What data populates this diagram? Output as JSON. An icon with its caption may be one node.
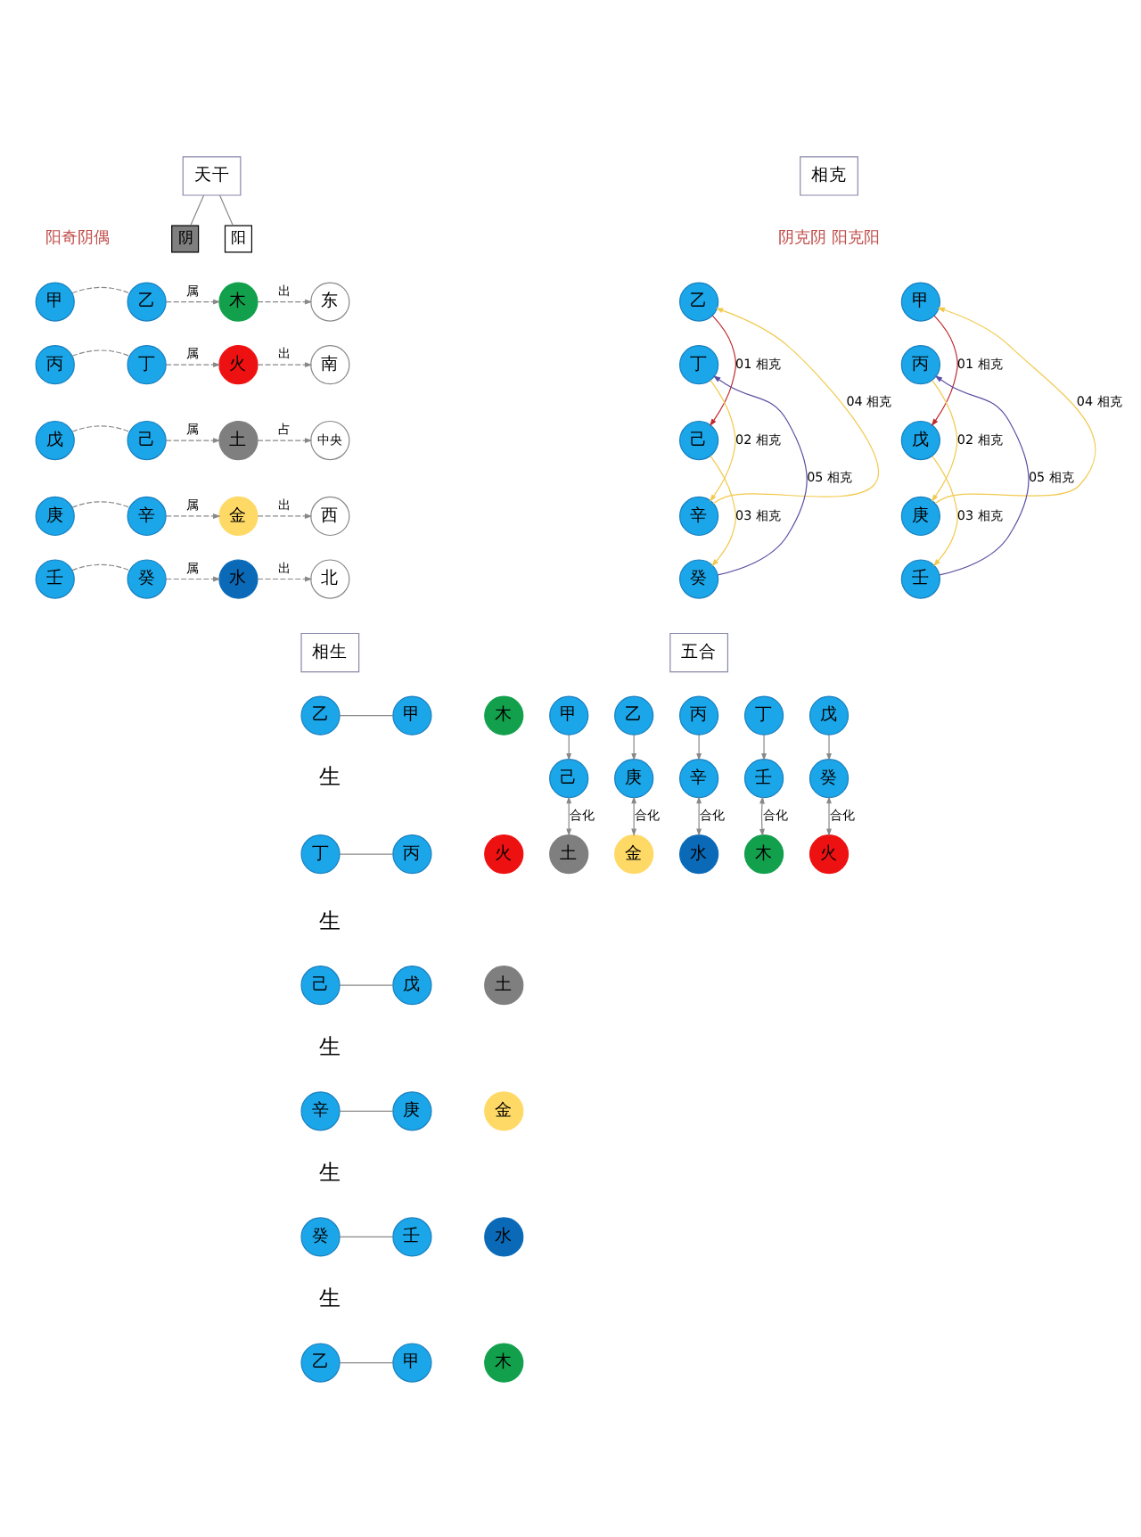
{
  "diagram": {
    "nodes": [
      {
        "text": [
          "天干"
        ]
      },
      {
        "text": [
          "阴"
        ]
      },
      {
        "text": [
          "阳"
        ]
      },
      {
        "text": [
          "东"
        ]
      },
      {
        "text": [
          "木"
        ]
      },
      {
        "text": [
          "乙"
        ]
      },
      {
        "text": [
          "甲"
        ]
      },
      {
        "text": [
          "南"
        ]
      },
      {
        "text": [
          "火"
        ]
      },
      {
        "text": [
          "丁"
        ]
      },
      {
        "text": [
          "丙"
        ]
      },
      {
        "text": [
          "中央"
        ]
      },
      {
        "text": [
          "土"
        ]
      },
      {
        "text": [
          "己"
        ]
      },
      {
        "text": [
          "戊"
        ]
      },
      {
        "text": [
          "西"
        ]
      },
      {
        "text": [
          "金"
        ]
      },
      {
        "text": [
          "辛"
        ]
      },
      {
        "text": [
          "庚"
        ]
      },
      {
        "text": [
          "北"
        ]
      },
      {
        "text": [
          "水"
        ]
      },
      {
        "text": [
          "癸"
        ]
      },
      {
        "text": [
          "壬"
        ]
      },
      {
        "text": [
          "相克"
        ]
      },
      {
        "text": [
          "乙"
        ]
      },
      {
        "text": [
          "丁"
        ]
      },
      {
        "text": [
          "己"
        ]
      },
      {
        "text": [
          "辛"
        ]
      },
      {
        "text": [
          "癸"
        ]
      },
      {
        "text": [
          "甲"
        ]
      },
      {
        "text": [
          "丙"
        ]
      },
      {
        "text": [
          "戊"
        ]
      },
      {
        "text": [
          "庚"
        ]
      },
      {
        "text": [
          "壬"
        ]
      },
      {
        "text": [
          "相生"
        ]
      },
      {
        "text": [
          "乙"
        ]
      },
      {
        "text": [
          "甲"
        ]
      },
      {
        "text": [
          "木"
        ]
      },
      {
        "text": [
          "丁"
        ]
      },
      {
        "text": [
          "丙"
        ]
      },
      {
        "text": [
          "火"
        ]
      },
      {
        "text": [
          "己"
        ]
      },
      {
        "text": [
          "戊"
        ]
      },
      {
        "text": [
          "土"
        ]
      },
      {
        "text": [
          "辛"
        ]
      },
      {
        "text": [
          "庚"
        ]
      },
      {
        "text": [
          "金"
        ]
      },
      {
        "text": [
          "癸"
        ]
      },
      {
        "text": [
          "壬"
        ]
      },
      {
        "text": [
          "水"
        ]
      },
      {
        "text": [
          "乙"
        ]
      },
      {
        "text": [
          "甲"
        ]
      },
      {
        "text": [
          "木"
        ]
      },
      {
        "text": [
          "五合"
        ]
      },
      {
        "text": [
          "甲"
        ]
      },
      {
        "text": [
          "乙"
        ]
      },
      {
        "text": [
          "丙"
        ]
      },
      {
        "text": [
          "丁"
        ]
      },
      {
        "text": [
          "戊"
        ]
      },
      {
        "text": [
          "己"
        ]
      },
      {
        "text": [
          "庚"
        ]
      },
      {
        "text": [
          "辛"
        ]
      },
      {
        "text": [
          "壬"
        ]
      },
      {
        "text": [
          "癸"
        ]
      },
      {
        "text": [
          "土"
        ]
      },
      {
        "text": [
          "金"
        ]
      },
      {
        "text": [
          "水"
        ]
      },
      {
        "text": [
          "木"
        ]
      },
      {
        "text": [
          "火"
        ]
      }
    ],
    "edges": [
      {
        "from": 0,
        "to": 1,
        "arrow": "none"
      },
      {
        "from": 0,
        "to": 2,
        "arrow": "none"
      },
      {
        "from": 6,
        "to": 5,
        "arrow": "none",
        "style": "dashed"
      },
      {
        "from": 5,
        "to": 4,
        "arrow": "to",
        "style": "dashed",
        "label": "属"
      },
      {
        "from": 4,
        "to": 3,
        "arrow": "to",
        "style": "dashed",
        "label": "出"
      },
      {
        "from": 10,
        "to": 9,
        "arrow": "none",
        "style": "dashed"
      },
      {
        "from": 9,
        "to": 8,
        "arrow": "to",
        "style": "dashed",
        "label": "属"
      },
      {
        "from": 8,
        "to": 7,
        "arrow": "to",
        "style": "dashed",
        "label": "出"
      },
      {
        "from": 14,
        "to": 13,
        "arrow": "none",
        "style": "dashed"
      },
      {
        "from": 13,
        "to": 12,
        "arrow": "to",
        "style": "dashed",
        "label": "属"
      },
      {
        "from": 12,
        "to": 11,
        "arrow": "to",
        "style": "dashed",
        "label": "占"
      },
      {
        "from": 18,
        "to": 17,
        "arrow": "none",
        "style": "dashed"
      },
      {
        "from": 17,
        "to": 16,
        "arrow": "to",
        "style": "dashed",
        "label": "属"
      },
      {
        "from": 16,
        "to": 15,
        "arrow": "to",
        "style": "dashed",
        "label": "出"
      },
      {
        "from": 22,
        "to": 21,
        "arrow": "none",
        "style": "dashed"
      },
      {
        "from": 21,
        "to": 20,
        "arrow": "to",
        "style": "dashed",
        "label": "属"
      },
      {
        "from": 20,
        "to": 19,
        "arrow": "to",
        "style": "dashed",
        "label": "出"
      },
      {
        "from": 24,
        "to": 26,
        "arrow": "to",
        "label": "01 相克",
        "color": "#c0272d"
      },
      {
        "from": 25,
        "to": 27,
        "arrow": "to",
        "label": "02 相克",
        "color": "#f2c94c"
      },
      {
        "from": 26,
        "to": 28,
        "arrow": "to",
        "label": "03 相克",
        "color": "#f2c94c"
      },
      {
        "from": 27,
        "to": 24,
        "arrow": "to",
        "label": "04 相克",
        "color": "#f2c94c"
      },
      {
        "from": 28,
        "to": 25,
        "arrow": "to",
        "label": "05 相克",
        "color": "#5b4ea0"
      },
      {
        "from": 29,
        "to": 31,
        "arrow": "to",
        "label": "01 相克",
        "color": "#c0272d"
      },
      {
        "from": 30,
        "to": 32,
        "arrow": "to",
        "label": "02 相克",
        "color": "#f2c94c"
      },
      {
        "from": 31,
        "to": 33,
        "arrow": "to",
        "label": "03 相克",
        "color": "#f2c94c"
      },
      {
        "from": 32,
        "to": 29,
        "arrow": "to",
        "label": "04 相克",
        "color": "#f2c94c"
      },
      {
        "from": 33,
        "to": 30,
        "arrow": "to",
        "label": "05 相克",
        "color": "#5b4ea0"
      },
      {
        "from": 35,
        "to": 36,
        "arrow": "none"
      },
      {
        "from": 38,
        "to": 39,
        "arrow": "none"
      },
      {
        "from": 41,
        "to": 42,
        "arrow": "none"
      },
      {
        "from": 44,
        "to": 45,
        "arrow": "none"
      },
      {
        "from": 47,
        "to": 48,
        "arrow": "none"
      },
      {
        "from": 50,
        "to": 51,
        "arrow": "none"
      },
      {
        "from": 54,
        "to": 59,
        "arrow": "to"
      },
      {
        "from": 59,
        "to": 64,
        "arrow": "both",
        "label": "合化"
      },
      {
        "from": 55,
        "to": 60,
        "arrow": "to"
      },
      {
        "from": 60,
        "to": 65,
        "arrow": "both",
        "label": "合化"
      },
      {
        "from": 56,
        "to": 61,
        "arrow": "to"
      },
      {
        "from": 61,
        "to": 66,
        "arrow": "both",
        "label": "合化"
      },
      {
        "from": 57,
        "to": 62,
        "arrow": "to"
      },
      {
        "from": 62,
        "to": 67,
        "arrow": "both",
        "label": "合化"
      },
      {
        "from": 58,
        "to": 63,
        "arrow": "to"
      },
      {
        "from": 63,
        "to": 68,
        "arrow": "both",
        "label": "合化"
      }
    ],
    "labels": [
      "阳奇阴偶",
      "阴克阴 阳克阳",
      "生",
      "生",
      "生",
      "生",
      "生"
    ]
  }
}
